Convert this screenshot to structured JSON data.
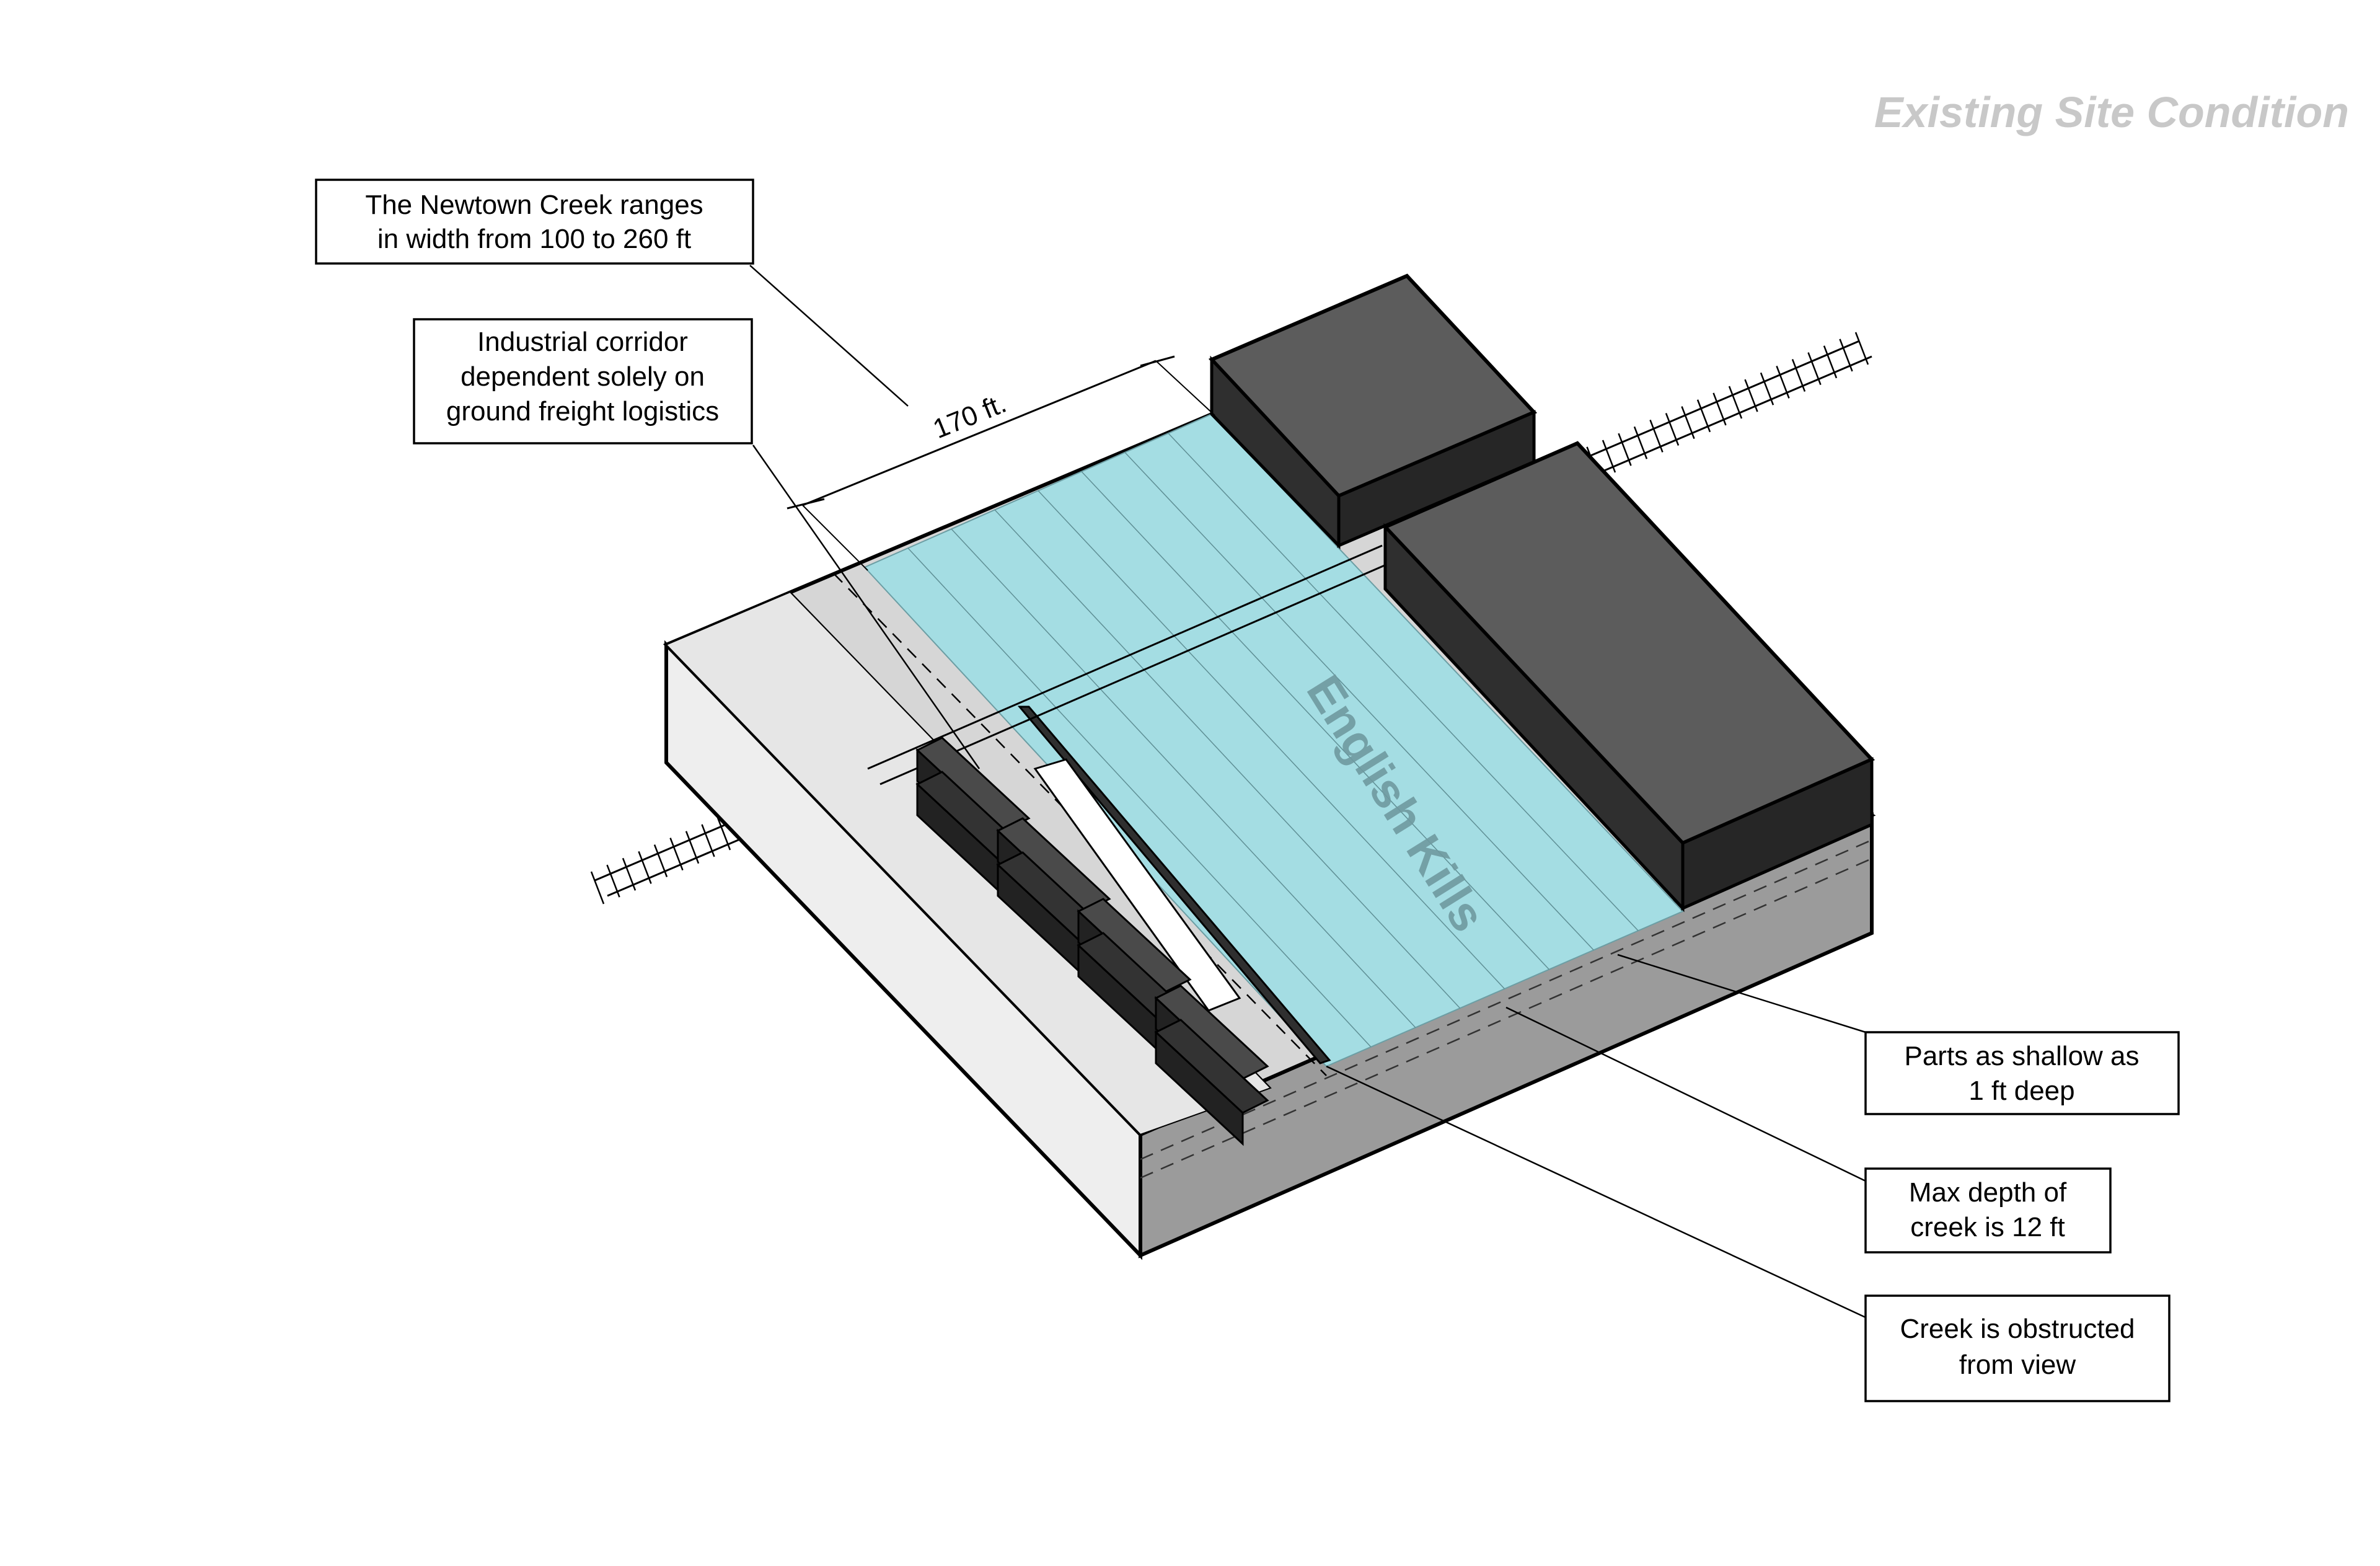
{
  "title": "Existing Site Condition",
  "creek_label": "English Kills",
  "dimension_label": "170 ft.",
  "callouts": {
    "width": {
      "line1": "The Newtown Creek ranges",
      "line2": "in width from 100 to 260 ft"
    },
    "corridor": {
      "line1": "Industrial corridor",
      "line2": "dependent solely on",
      "line3": "ground freight logistics"
    },
    "shallow": {
      "line1": "Parts as shallow as",
      "line2": "1 ft deep"
    },
    "depth": {
      "line1": "Max depth of",
      "line2": "creek is 12 ft"
    },
    "obstructed": {
      "line1": "Creek is obstructed",
      "line2": "from view"
    }
  },
  "colors": {
    "water": "#a4dde3",
    "ground_top": "#d8d8d8",
    "ground_left": "#eeeeee",
    "ground_right": "#9b9b9b",
    "building_top": "#5c5c5c",
    "building_side": "#2f2f2f"
  }
}
